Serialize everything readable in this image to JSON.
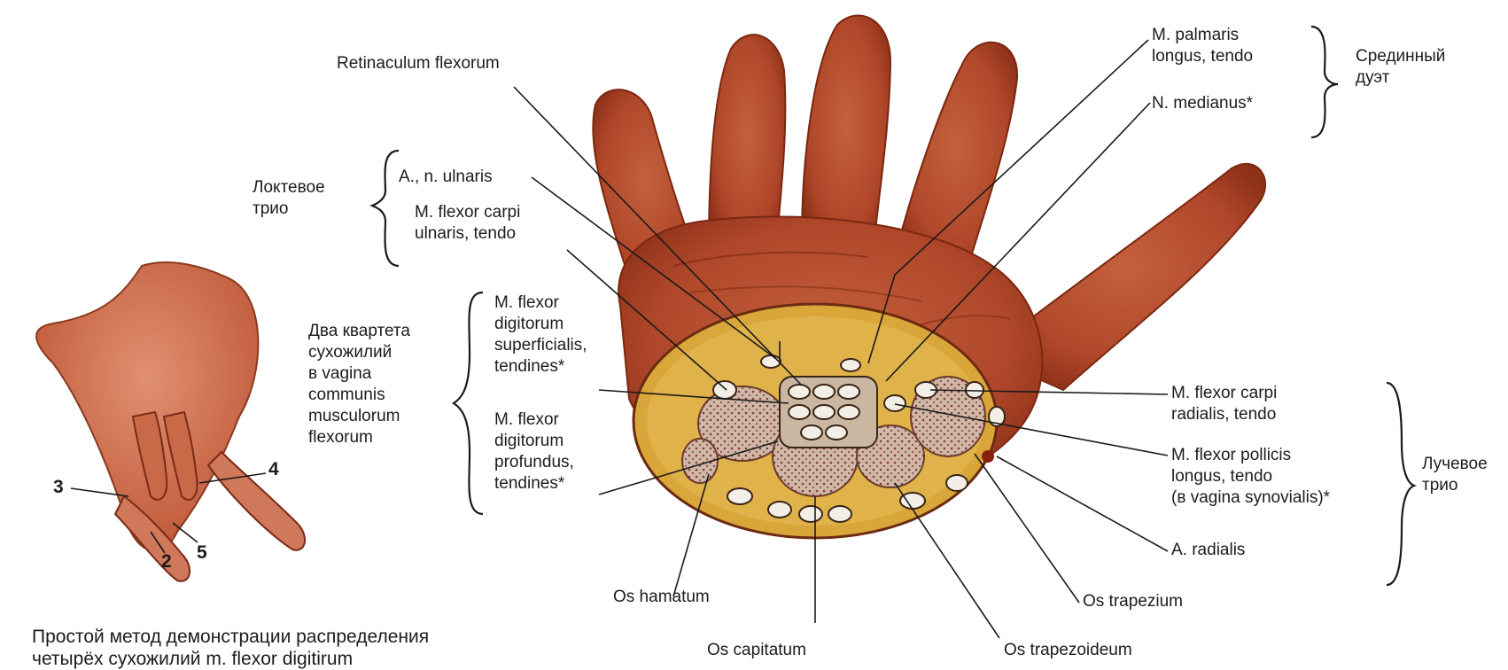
{
  "figure": {
    "labels": {
      "retinaculum": "Retinaculum flexorum",
      "palmaris": "M. palmaris\nlongus, tendo",
      "medianus": "N. medianus*",
      "sredinny": "Срединный\nдуэт",
      "loktevoe": "Локтевое\nтрио",
      "ulnaris": "A., n. ulnaris",
      "fcu": "M. flexor carpi\nulnaris, tendo",
      "dva_kvarteta": "Два квартета\nсухожилий\nв vagina\ncommunis\nmusculorum\nflexorum",
      "fds": "M. flexor\ndigitorum\nsuperficialis,\ntendines*",
      "fdp": "M. flexor\ndigitorum\nprofundus,\ntendines*",
      "fcr": "M. flexor carpi\nradialis, tendo",
      "fpl": "M. flexor pollicis\nlongus, tendo\n(в vagina synovialis)*",
      "a_radialis": "A. radialis",
      "luchevoe": "Лучевое\nтрио",
      "hamatum": "Os hamatum",
      "capitatum": "Os capitatum",
      "trapezium": "Os trapezium",
      "trapezoideum": "Os trapezoideum"
    },
    "small_hand_numbers": {
      "n2": "2",
      "n3": "3",
      "n4": "4",
      "n5": "5"
    },
    "caption": "Простой метод демонстрации распределения\nчетырёх сухожилий m. flexor digitirum"
  },
  "colors": {
    "skin": "#b54a2b",
    "skin_dark": "#8a2e18",
    "fat": "#d9a63a",
    "bone": "#c9b3a5",
    "bone_dot": "#8a3a2a",
    "line": "#1a1a1a"
  }
}
